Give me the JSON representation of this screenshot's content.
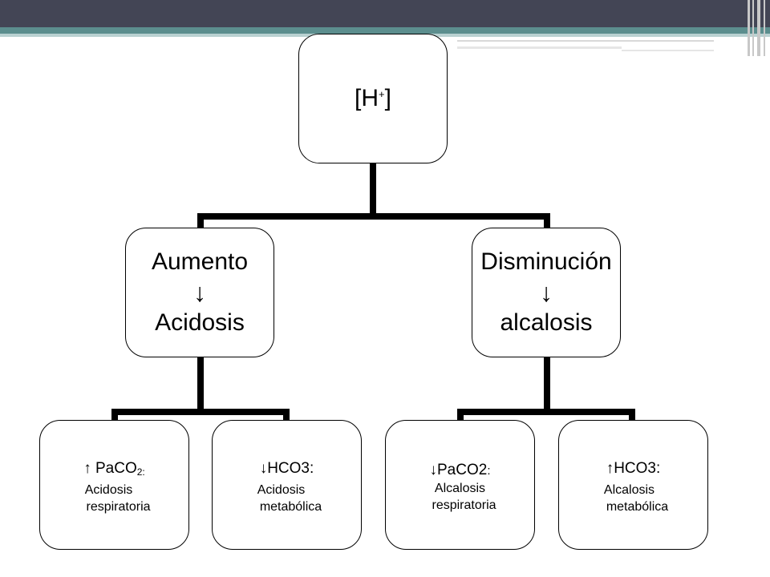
{
  "root": {
    "base": "[H",
    "sup": "+",
    "close": "]"
  },
  "branches": [
    {
      "line1": "Aumento",
      "arrow": "↓",
      "line2": "Acidosis",
      "children": [
        {
          "line1_pre": "↑ PaCO",
          "line1_sub": "2:",
          "line2": "Acidosis",
          "line3": "respiratoria"
        },
        {
          "line1_pre": "↓HCO3:",
          "line1_sub": "",
          "line2": "Acidosis",
          "line3": "metabólica"
        }
      ]
    },
    {
      "line1": "Disminución",
      "arrow": "↓",
      "line2": "alcalosis",
      "children": [
        {
          "line1_pre": "↓PaCO2",
          "line1_sub": ":",
          "line2": "Alcalosis",
          "line3": "respiratoria"
        },
        {
          "line1_pre": "↑HCO3:",
          "line1_sub": "",
          "line2": "Alcalosis",
          "line3": "metabólica"
        }
      ]
    }
  ],
  "colors": {
    "header_dark": "#434555",
    "header_teal": "#5c8e8e",
    "connector": "#000000",
    "node_border": "#000000"
  }
}
